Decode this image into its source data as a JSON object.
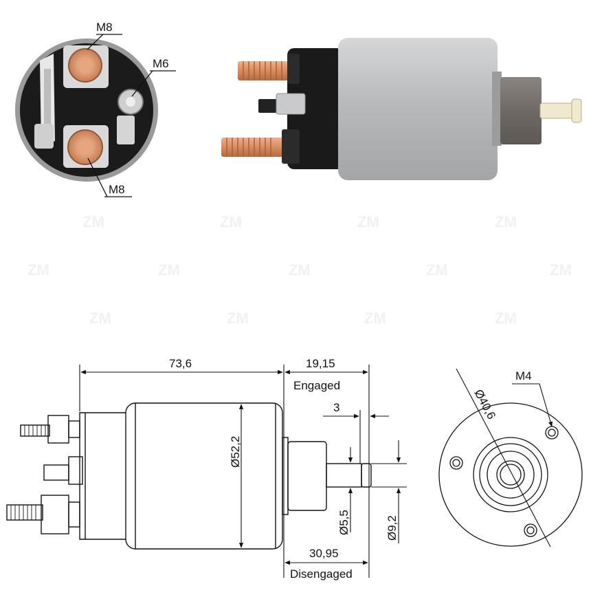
{
  "watermark": {
    "text": "ZM"
  },
  "photo_end_view": {
    "terminal_top_label": "M8",
    "terminal_mid_label": "M6",
    "terminal_bottom_label": "M8"
  },
  "drawing_side": {
    "length_label": "73,6",
    "engaged_travel_label": "19,15",
    "engaged_label": "Engaged",
    "step_label": "3",
    "body_diameter_label": "Ø52,2",
    "shaft_diameter_label": "Ø5,5",
    "tip_diameter_label": "Ø9,2",
    "disengaged_travel_label": "30,95",
    "disengaged_label": "Disengaged"
  },
  "drawing_end": {
    "bolt_circle_label": "Ø40,6",
    "thread_label": "M4"
  },
  "colors": {
    "copper": "#d98a5e",
    "steel": "#c9cacb",
    "dark": "#1a1a1a",
    "line": "#111111"
  }
}
